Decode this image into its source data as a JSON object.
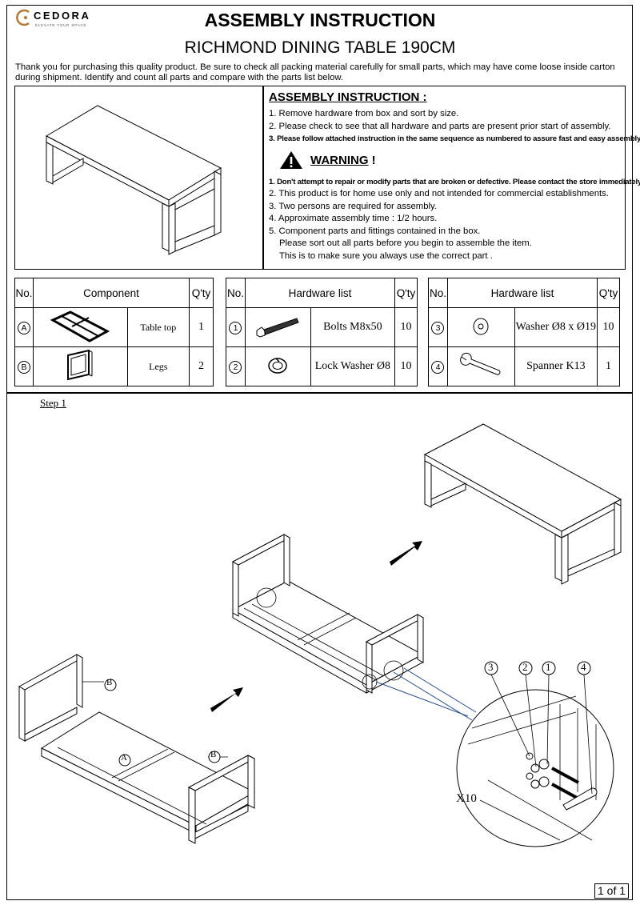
{
  "brand": {
    "name": "CEDORA",
    "tagline": "ELEVATE YOUR SPACE"
  },
  "title": "ASSEMBLY INSTRUCTION",
  "subtitle": "RICHMOND DINING TABLE 190CM",
  "intro": "Thank you for purchasing this quality product. Be sure to check all packing material carefully for small parts, which may have come loose inside carton during shipment. Identify and count all parts and compare with the parts list below.",
  "instructions": {
    "heading": "ASSEMBLY INSTRUCTION",
    "heading_suffix": " :",
    "items": [
      "1. Remove hardware from box and sort by size.",
      "2. Please check to see that all hardware and parts are present prior start of assembly.",
      "3. Please follow attached instruction in the same sequence as numbered to assure fast and easy assembly."
    ],
    "warning_title": "WARNING",
    "warning_suffix": " !",
    "warnings": [
      "1. Don't attempt to repair or modify parts that are broken or defective. Please contact the store immediately.",
      "2. This product is for home use  only and not intended for commercial establishments.",
      "3. Two persons are required for assembly.",
      "4. Approximate assembly time : 1/2 hours.",
      "5. Component parts and fittings contained in the box."
    ],
    "warning_cont": [
      "Please sort out all parts before you begin to assemble the item.",
      "This is to make sure  you always use the correct part ."
    ]
  },
  "components": {
    "headers": {
      "no": "No.",
      "name": "Component",
      "qty": "Q'ty"
    },
    "rows": [
      {
        "id": "A",
        "name": "Table top",
        "qty": "1"
      },
      {
        "id": "B",
        "name": "Legs",
        "qty": "2"
      }
    ]
  },
  "hardware1": {
    "headers": {
      "no": "No.",
      "name": "Hardware list",
      "qty": "Q'ty"
    },
    "rows": [
      {
        "id": "1",
        "name": "Bolts M8x50",
        "qty": "10"
      },
      {
        "id": "2",
        "name": "Lock Washer Ø8",
        "qty": "10"
      }
    ]
  },
  "hardware2": {
    "headers": {
      "no": "No.",
      "name": "Hardware list",
      "qty": "Q'ty"
    },
    "rows": [
      {
        "id": "3",
        "name": "Washer Ø8 x Ø19",
        "qty": "10"
      },
      {
        "id": "4",
        "name": "Spanner K13",
        "qty": "1"
      }
    ]
  },
  "step": "Step 1",
  "callouts": {
    "a": "A",
    "b": "B",
    "n1": "1",
    "n2": "2",
    "n3": "3",
    "n4": "4",
    "x10": "X10"
  },
  "page": "1 of 1"
}
